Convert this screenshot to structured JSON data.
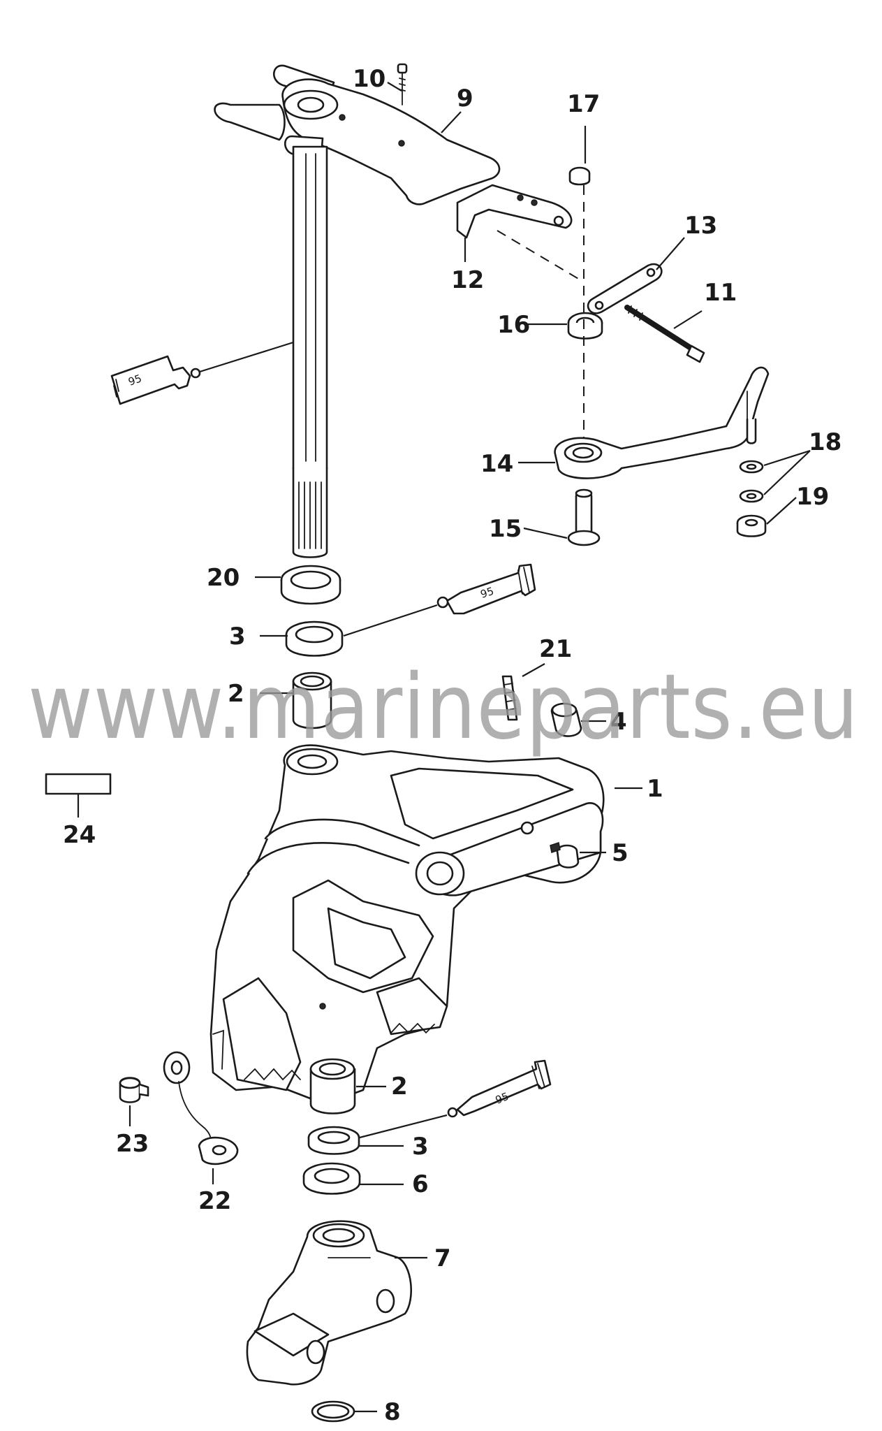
{
  "watermark": "www.marineparts.eu",
  "callouts": {
    "c1": "1",
    "c2a": "2",
    "c2b": "2",
    "c3a": "3",
    "c3b": "3",
    "c4": "4",
    "c5": "5",
    "c6": "6",
    "c7": "7",
    "c8": "8",
    "c9": "9",
    "c10": "10",
    "c11": "11",
    "c12": "12",
    "c13": "13",
    "c14": "14",
    "c15": "15",
    "c16": "16",
    "c17": "17",
    "c18": "18",
    "c19": "19",
    "c20": "20",
    "c21": "21",
    "c22": "22",
    "c23": "23",
    "c24": "24"
  },
  "lubricant_tubes": {
    "t1": "95",
    "t2": "95",
    "t3": "95"
  }
}
